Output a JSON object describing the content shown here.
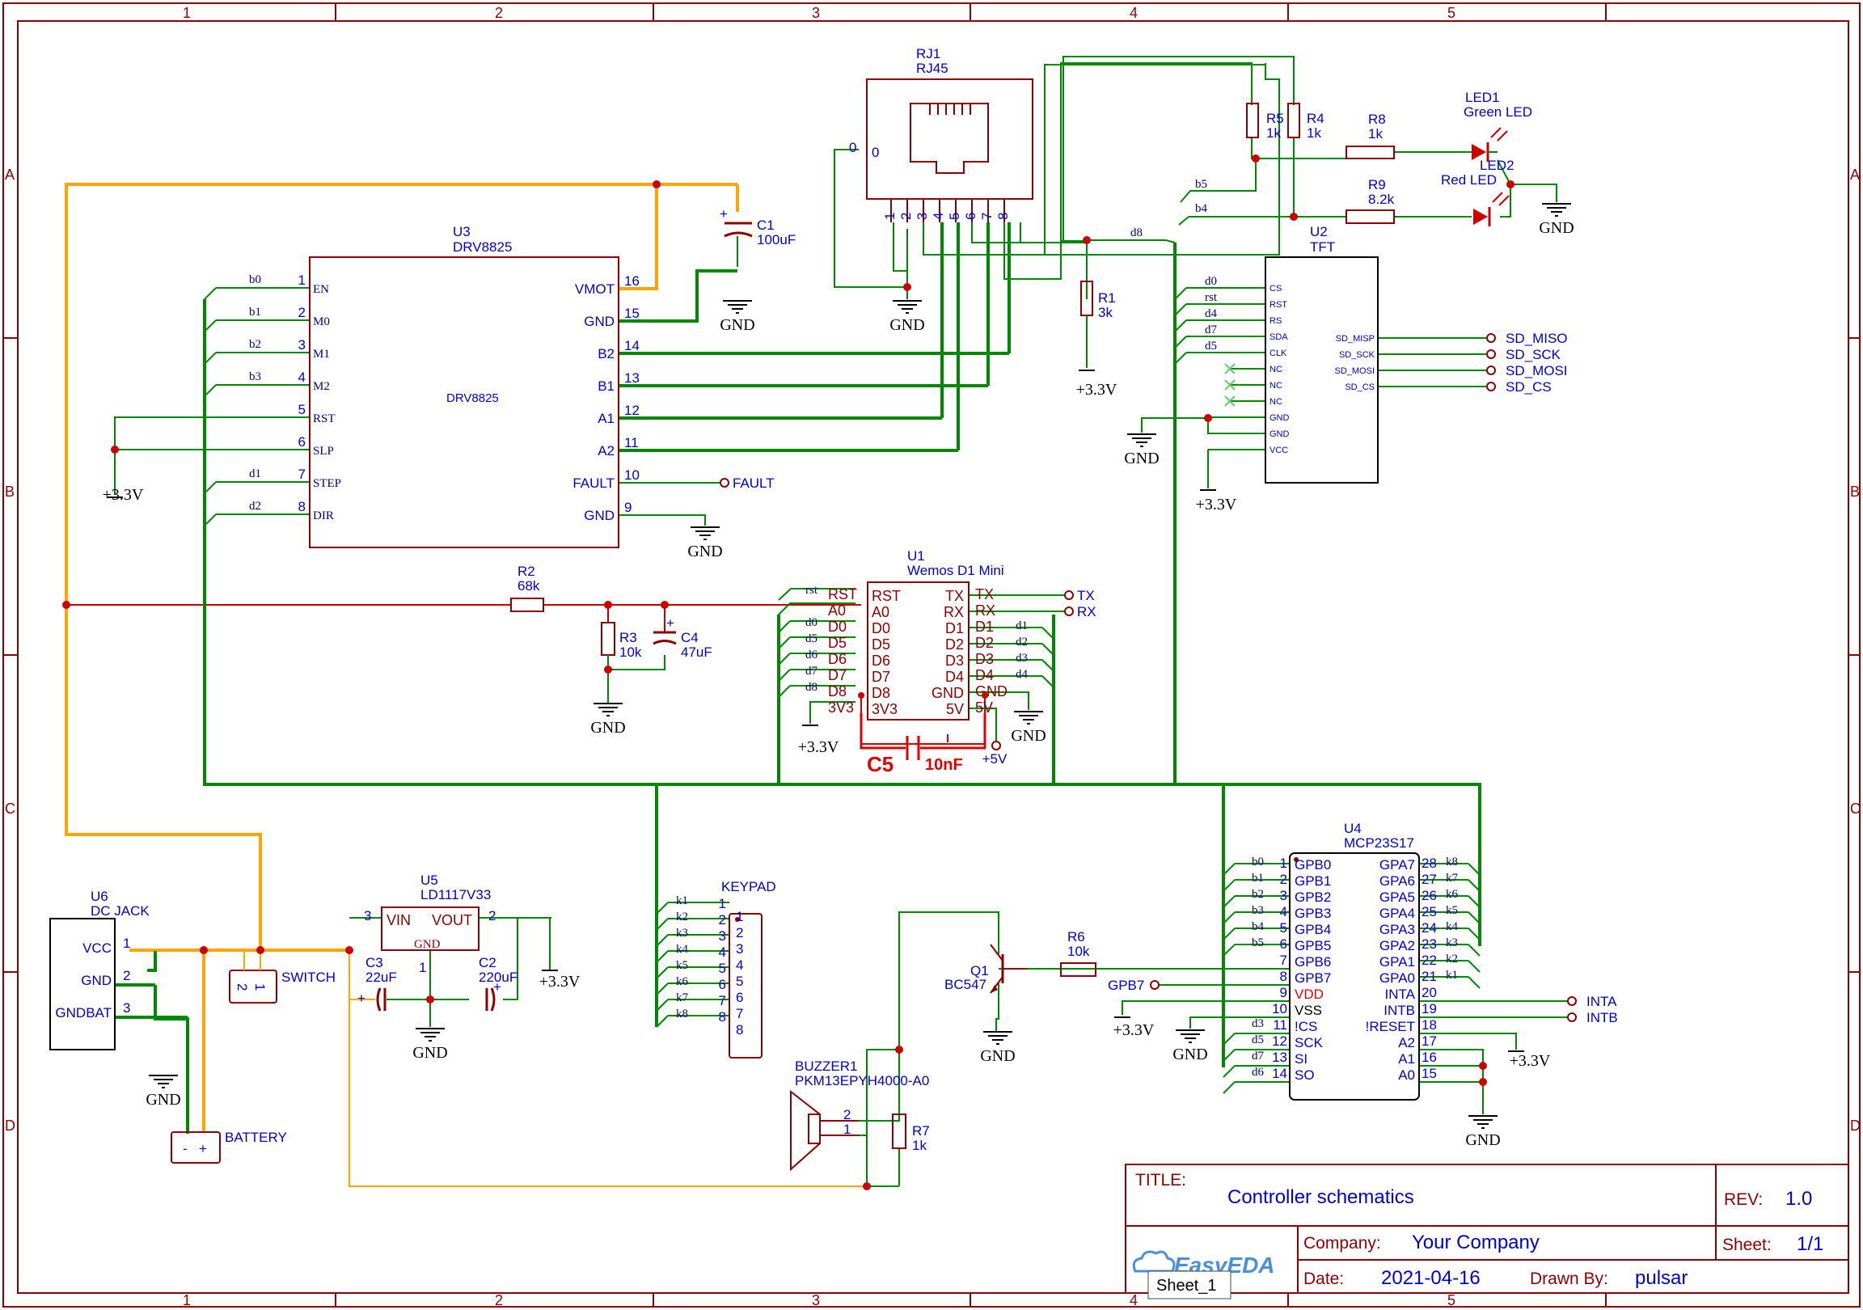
{
  "frame": {
    "cols": [
      "1",
      "2",
      "3",
      "4",
      "5"
    ],
    "rows": [
      "A",
      "B",
      "C",
      "D"
    ]
  },
  "title_block": {
    "title_label": "TITLE:",
    "title": "Controller schematics",
    "rev_label": "REV:",
    "rev": "1.0",
    "company_label": "Company:",
    "company": "Your Company",
    "sheet_label": "Sheet:",
    "sheet": "1/1",
    "date_label": "Date:",
    "date": "2021-04-16",
    "drawn_label": "Drawn By:",
    "drawn": "pulsar",
    "logo": "EasyEDA",
    "sheet_tab": "Sheet_1"
  },
  "components": {
    "u3": {
      "ref": "U3",
      "name": "DRV8825",
      "body": "DRV8825",
      "left_pins": [
        {
          "num": "1",
          "name": "EN",
          "net": "b0"
        },
        {
          "num": "2",
          "name": "M0",
          "net": "b1"
        },
        {
          "num": "3",
          "name": "M1",
          "net": "b2"
        },
        {
          "num": "4",
          "name": "M2",
          "net": "b3"
        },
        {
          "num": "5",
          "name": "RST",
          "net": ""
        },
        {
          "num": "6",
          "name": "SLP",
          "net": ""
        },
        {
          "num": "7",
          "name": "STEP",
          "net": "d1"
        },
        {
          "num": "8",
          "name": "DIR",
          "net": "d2"
        }
      ],
      "right_pins": [
        {
          "num": "16",
          "name": "VMOT"
        },
        {
          "num": "15",
          "name": "GND"
        },
        {
          "num": "14",
          "name": "B2"
        },
        {
          "num": "13",
          "name": "B1"
        },
        {
          "num": "12",
          "name": "A1"
        },
        {
          "num": "11",
          "name": "A2"
        },
        {
          "num": "10",
          "name": "FAULT"
        },
        {
          "num": "9",
          "name": "GND"
        }
      ]
    },
    "rj1": {
      "ref": "RJ1",
      "name": "RJ45",
      "pin0": "0",
      "pins": [
        "1",
        "2",
        "3",
        "4",
        "5",
        "6",
        "7",
        "8"
      ]
    },
    "c1": {
      "ref": "C1",
      "value": "100uF"
    },
    "r1": {
      "ref": "R1",
      "value": "3k"
    },
    "r2": {
      "ref": "R2",
      "value": "68k"
    },
    "r3": {
      "ref": "R3",
      "value": "10k"
    },
    "r4": {
      "ref": "R4",
      "value": "1k"
    },
    "r5": {
      "ref": "R5",
      "value": "1k"
    },
    "r6": {
      "ref": "R6",
      "value": "10k"
    },
    "r7": {
      "ref": "R7",
      "value": "1k"
    },
    "r8": {
      "ref": "R8",
      "value": "1k"
    },
    "r9": {
      "ref": "R9",
      "value": "8.2k"
    },
    "c2": {
      "ref": "C2",
      "value": "220uF"
    },
    "c3": {
      "ref": "C3",
      "value": "22uF"
    },
    "c4": {
      "ref": "C4",
      "value": "47uF"
    },
    "c5": {
      "ref": "C5",
      "value": "10nF"
    },
    "led1": {
      "ref": "LED1",
      "value": "Green LED"
    },
    "led2": {
      "ref": "LED2",
      "value": "Red LED"
    },
    "u2": {
      "ref": "U2",
      "name": "TFT",
      "left_pins": [
        {
          "name": "CS",
          "net": "d0"
        },
        {
          "name": "RST",
          "net": "rst"
        },
        {
          "name": "RS",
          "net": "d4"
        },
        {
          "name": "SDA",
          "net": "d7"
        },
        {
          "name": "CLK",
          "net": "d5"
        },
        {
          "name": "NC",
          "net": ""
        },
        {
          "name": "NC",
          "net": ""
        },
        {
          "name": "NC",
          "net": ""
        },
        {
          "name": "GND",
          "net": ""
        },
        {
          "name": "GND",
          "net": ""
        },
        {
          "name": "VCC",
          "net": ""
        }
      ],
      "right_pins": [
        "SD_MISP",
        "SD_SCK",
        "SD_MOSI",
        "SD_CS"
      ],
      "right_nets": [
        "SD_MISO",
        "SD_SCK",
        "SD_MOSI",
        "SD_CS"
      ]
    },
    "u1": {
      "ref": "U1",
      "name": "Wemos D1 Mini",
      "left_pins": [
        {
          "ext": "RST",
          "int": "RST",
          "net": "rst"
        },
        {
          "ext": "A0",
          "int": "A0",
          "net": ""
        },
        {
          "ext": "D0",
          "int": "D0",
          "net": "d0"
        },
        {
          "ext": "D5",
          "int": "D5",
          "net": "d5"
        },
        {
          "ext": "D6",
          "int": "D6",
          "net": "d6"
        },
        {
          "ext": "D7",
          "int": "D7",
          "net": "d7"
        },
        {
          "ext": "D8",
          "int": "D8",
          "net": "d8"
        },
        {
          "ext": "3V3",
          "int": "3V3",
          "net": ""
        }
      ],
      "right_pins": [
        {
          "ext": "TX",
          "int": "TX",
          "net": ""
        },
        {
          "ext": "RX",
          "int": "RX",
          "net": ""
        },
        {
          "ext": "D1",
          "int": "D1",
          "net": "d1"
        },
        {
          "ext": "D2",
          "int": "D2",
          "net": "d2"
        },
        {
          "ext": "D3",
          "int": "D3",
          "net": "d3"
        },
        {
          "ext": "D4",
          "int": "D4",
          "net": "d4"
        },
        {
          "ext": "GND",
          "int": "GND",
          "net": ""
        },
        {
          "ext": "5V",
          "int": "5V",
          "net": ""
        }
      ]
    },
    "u4": {
      "ref": "U4",
      "name": "MCP23S17",
      "left_pins": [
        {
          "num": "1",
          "name": "GPB0",
          "net": "b0"
        },
        {
          "num": "2",
          "name": "GPB1",
          "net": "b1"
        },
        {
          "num": "3",
          "name": "GPB2",
          "net": "b2"
        },
        {
          "num": "4",
          "name": "GPB3",
          "net": "b3"
        },
        {
          "num": "5",
          "name": "GPB4",
          "net": "b4"
        },
        {
          "num": "6",
          "name": "GPB5",
          "net": "b5"
        },
        {
          "num": "7",
          "name": "GPB6",
          "net": ""
        },
        {
          "num": "8",
          "name": "GPB7",
          "net": ""
        },
        {
          "num": "9",
          "name": "VDD",
          "net": ""
        },
        {
          "num": "10",
          "name": "VSS",
          "net": ""
        },
        {
          "num": "11",
          "name": "!CS",
          "net": "d3"
        },
        {
          "num": "12",
          "name": "SCK",
          "net": "d5"
        },
        {
          "num": "13",
          "name": "SI",
          "net": "d7"
        },
        {
          "num": "14",
          "name": "SO",
          "net": "d6"
        }
      ],
      "right_pins": [
        {
          "num": "28",
          "name": "GPA7",
          "net": "k8"
        },
        {
          "num": "27",
          "name": "GPA6",
          "net": "k7"
        },
        {
          "num": "26",
          "name": "GPA5",
          "net": "k6"
        },
        {
          "num": "25",
          "name": "GPA4",
          "net": "k5"
        },
        {
          "num": "24",
          "name": "GPA3",
          "net": "k4"
        },
        {
          "num": "23",
          "name": "GPA2",
          "net": "k3"
        },
        {
          "num": "22",
          "name": "GPA1",
          "net": "k2"
        },
        {
          "num": "21",
          "name": "GPA0",
          "net": "k1"
        },
        {
          "num": "20",
          "name": "INTA",
          "net": ""
        },
        {
          "num": "19",
          "name": "INTB",
          "net": ""
        },
        {
          "num": "18",
          "name": "!RESET",
          "net": ""
        },
        {
          "num": "17",
          "name": "A2",
          "net": ""
        },
        {
          "num": "16",
          "name": "A1",
          "net": ""
        },
        {
          "num": "15",
          "name": "A0",
          "net": ""
        }
      ]
    },
    "keypad": {
      "ref": "KEYPAD",
      "nets": [
        "k1",
        "k2",
        "k3",
        "k4",
        "k5",
        "k6",
        "k7",
        "k8"
      ],
      "pins": [
        "1",
        "2",
        "3",
        "4",
        "5",
        "6",
        "7",
        "8"
      ]
    },
    "u5": {
      "ref": "U5",
      "name": "LD1117V33",
      "vin": "VIN",
      "vout": "VOUT",
      "gnd": "GND",
      "pin3": "3",
      "pin2": "2",
      "pin1": "1"
    },
    "u6": {
      "ref": "U6",
      "name": "DC JACK",
      "pins": [
        {
          "name": "VCC",
          "num": "1"
        },
        {
          "name": "GND",
          "num": "2"
        },
        {
          "name": "GNDBAT",
          "num": "3"
        }
      ]
    },
    "switch": {
      "label": "SWITCH",
      "p1": "1",
      "p2": "2"
    },
    "battery": {
      "label": "BATTERY",
      "minus": "-",
      "plus": "+"
    },
    "q1": {
      "ref": "Q1",
      "name": "BC547"
    },
    "buzzer": {
      "ref": "BUZZER1",
      "name": "PKM13EPYH4000-A0",
      "p1": "1",
      "p2": "2"
    }
  },
  "power": {
    "gnd": "GND",
    "v33": "+3.3V",
    "v5": "+5V"
  },
  "net_ports": {
    "fault": "FAULT",
    "tx": "TX",
    "rx": "RX",
    "gpb7": "GPB7",
    "inta": "INTA",
    "intb": "INTB",
    "b4": "b4",
    "b5": "b5",
    "d8": "d8"
  },
  "colors": {
    "wire": "#008800",
    "power_wire": "#ffa500",
    "analog_wire": "#cc0000",
    "frame": "#8b0000",
    "text": "#0000cc"
  }
}
